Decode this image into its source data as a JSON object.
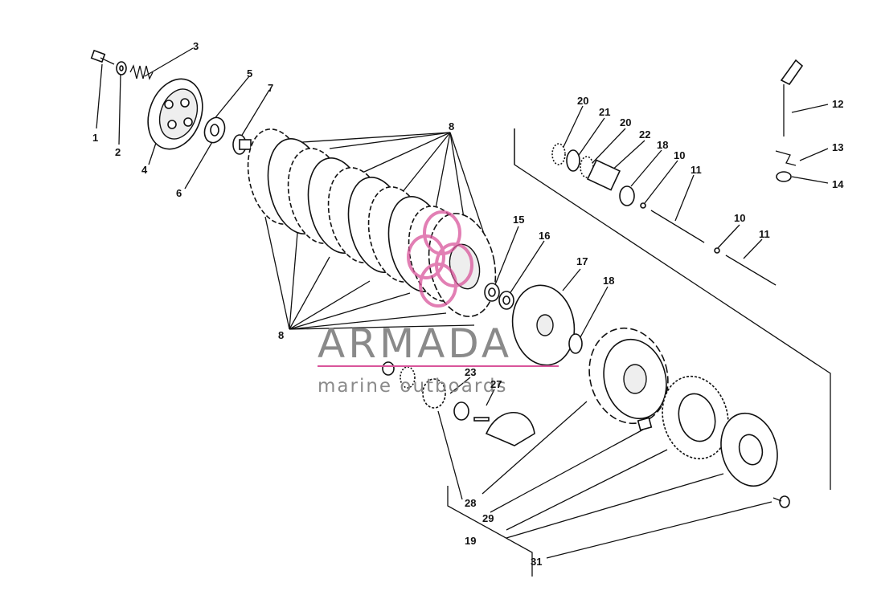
{
  "labels": [
    {
      "id": "1",
      "text": "1"
    },
    {
      "id": "2",
      "text": "2"
    },
    {
      "id": "3",
      "text": "3"
    },
    {
      "id": "4",
      "text": "4"
    },
    {
      "id": "5",
      "text": "5"
    },
    {
      "id": "6",
      "text": "6"
    },
    {
      "id": "7",
      "text": "7"
    },
    {
      "id": "8a",
      "text": "8"
    },
    {
      "id": "8b",
      "text": "8"
    },
    {
      "id": "10a",
      "text": "10"
    },
    {
      "id": "10b",
      "text": "10"
    },
    {
      "id": "11a",
      "text": "11"
    },
    {
      "id": "11b",
      "text": "11"
    },
    {
      "id": "12",
      "text": "12"
    },
    {
      "id": "13",
      "text": "13"
    },
    {
      "id": "14",
      "text": "14"
    },
    {
      "id": "15",
      "text": "15"
    },
    {
      "id": "16",
      "text": "16"
    },
    {
      "id": "17",
      "text": "17"
    },
    {
      "id": "18a",
      "text": "18"
    },
    {
      "id": "18b",
      "text": "18"
    },
    {
      "id": "19",
      "text": "19"
    },
    {
      "id": "20a",
      "text": "20"
    },
    {
      "id": "20b",
      "text": "20"
    },
    {
      "id": "21",
      "text": "21"
    },
    {
      "id": "22",
      "text": "22"
    },
    {
      "id": "23",
      "text": "23"
    },
    {
      "id": "27",
      "text": "27"
    },
    {
      "id": "28",
      "text": "28"
    },
    {
      "id": "29",
      "text": "29"
    },
    {
      "id": "31",
      "text": "31"
    }
  ],
  "watermark": {
    "brand": "ARMADA",
    "tagline": "marine outboards",
    "accent_color": "#d9559b",
    "text_color": "#8a8a8a"
  }
}
